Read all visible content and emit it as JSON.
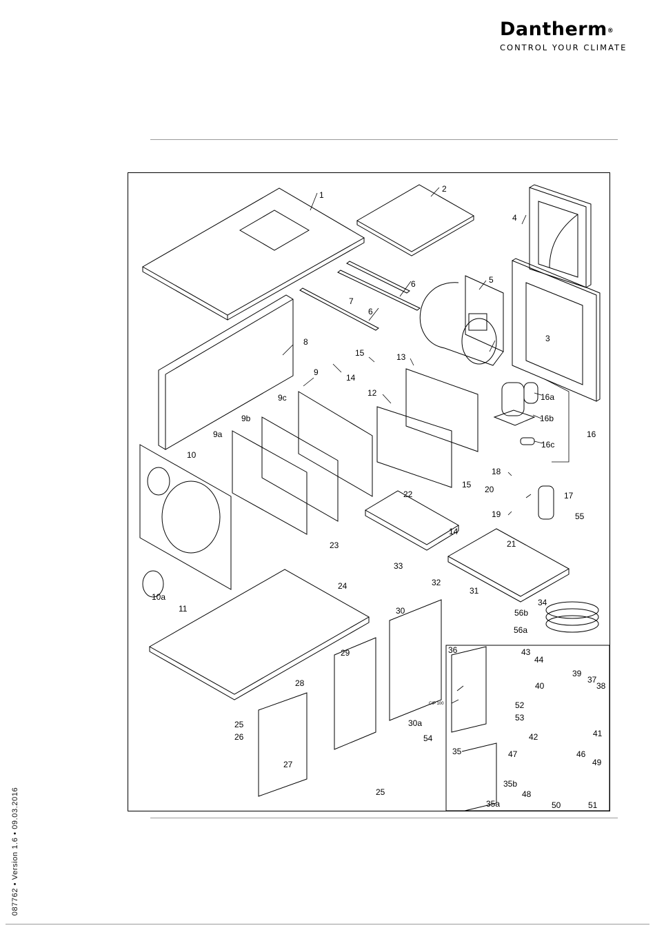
{
  "brand": {
    "name": "Dantherm",
    "registered": "®",
    "tagline": "CONTROL YOUR CLIMATE"
  },
  "footer": {
    "doc_id": "087762 • Version 1.6 • 09.03.2016"
  },
  "diagram": {
    "callouts": [
      "1",
      "2",
      "3",
      "4",
      "5",
      "6",
      "6",
      "7",
      "8",
      "9",
      "9a",
      "9b",
      "9c",
      "10",
      "10a",
      "11",
      "12",
      "13",
      "14",
      "14",
      "15",
      "15",
      "16",
      "16a",
      "16b",
      "16c",
      "17",
      "18",
      "19",
      "20",
      "21",
      "22",
      "23",
      "24",
      "25",
      "25",
      "26",
      "27",
      "28",
      "29",
      "30",
      "30a",
      "31",
      "32",
      "33",
      "34",
      "35",
      "35a",
      "35b",
      "36",
      "37",
      "38",
      "39",
      "40",
      "41",
      "42",
      "43",
      "44",
      "46",
      "47",
      "48",
      "49",
      "50",
      "51",
      "52",
      "53",
      "54",
      "55",
      "56a",
      "56b"
    ],
    "parts_label": "CIP 100"
  }
}
